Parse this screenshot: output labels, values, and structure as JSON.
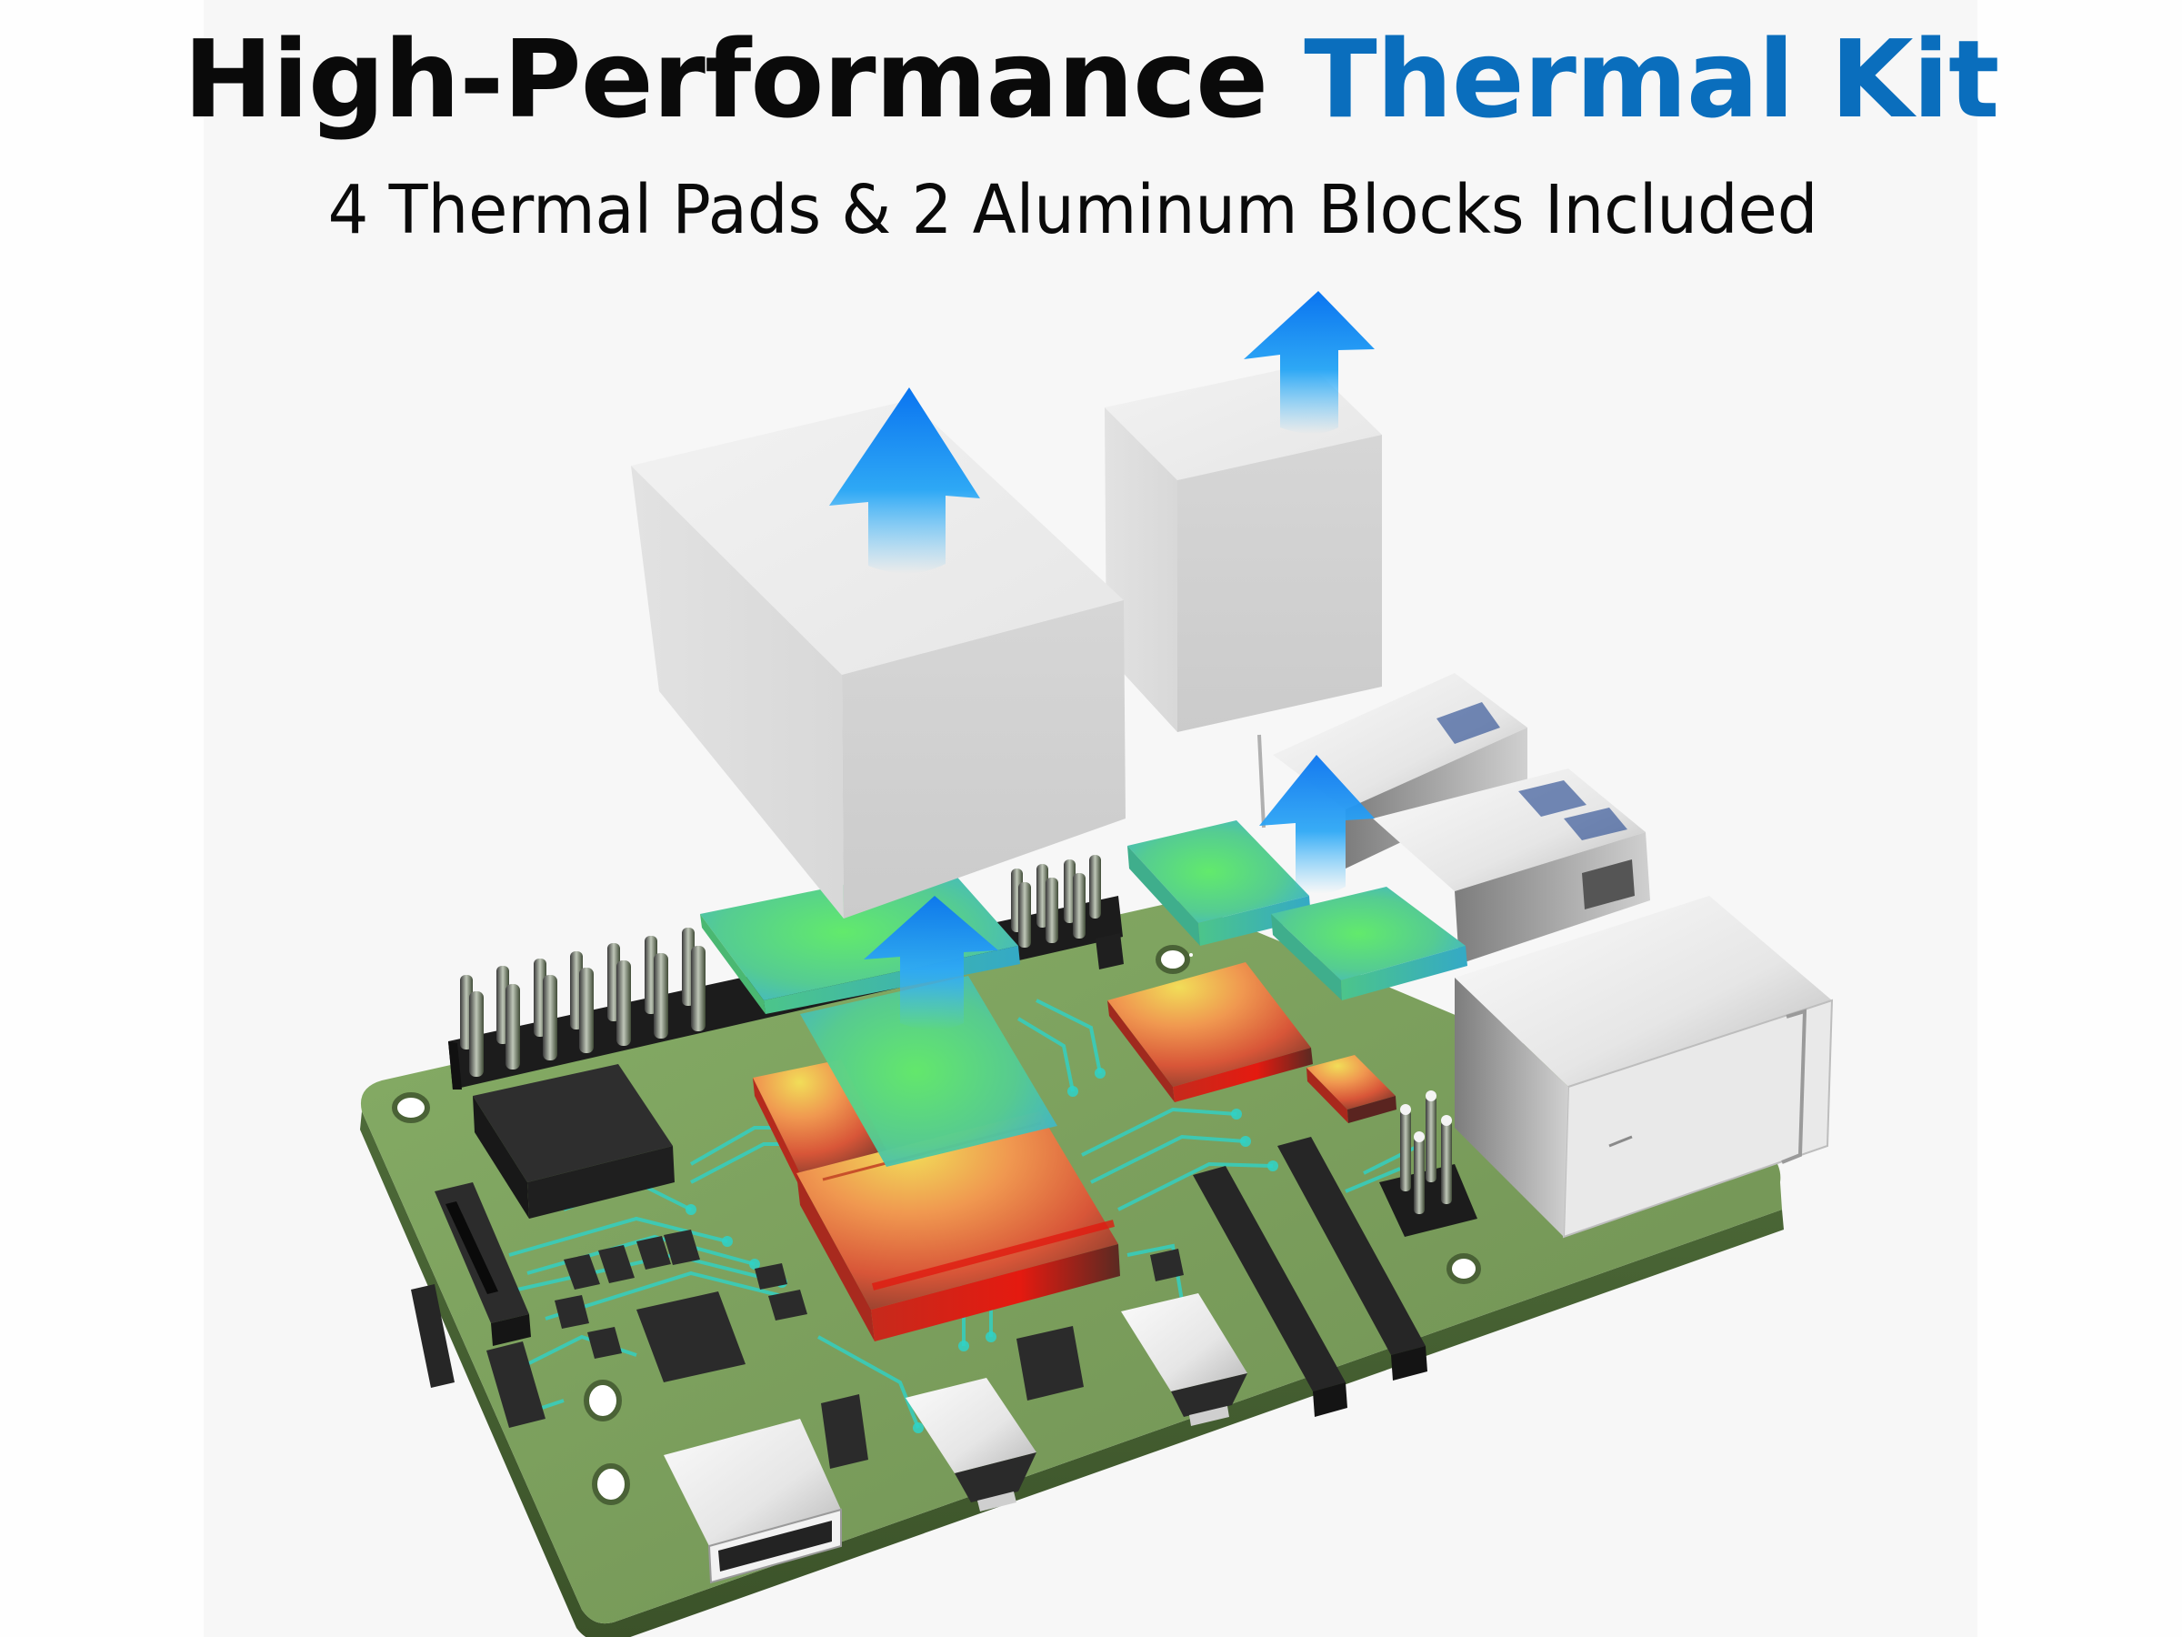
{
  "header": {
    "title_main": "High-Performance",
    "title_accent": "Thermal Kit",
    "subtitle": "4 Thermal Pads & 2 Aluminum Blocks Included"
  },
  "colors": {
    "background_outer": "#fefefe",
    "panel": "#f7f7f7",
    "title_text": "#0a0a0a",
    "title_accent": "#0a6ebd",
    "board_green": "#7a9b5c",
    "trace_cyan": "#2fd3c8",
    "arrow_blue": "#0a7cf2",
    "pad_green": "#5fe07a",
    "pad_cyan": "#3fb8d0",
    "hot_red": "#e21b10",
    "hot_yellow": "#f0d650",
    "block_white": "#e8e8e8",
    "component_black": "#2b2b2b"
  },
  "illustration": {
    "aluminum_blocks": [
      {
        "name": "large-aluminum-block",
        "arrow": "heat-up-arrow"
      },
      {
        "name": "small-aluminum-block",
        "arrow": "heat-up-arrow"
      }
    ],
    "thermal_pads": [
      {
        "name": "thermal-pad-cpu"
      },
      {
        "name": "thermal-pad-ram"
      },
      {
        "name": "thermal-pad-usb-controller"
      },
      {
        "name": "thermal-pad-pmic"
      }
    ],
    "board_components": [
      "gpio-header",
      "cpu-chip",
      "ram-chip",
      "usb-controller-chip",
      "pmic-chip",
      "usb-a-port-upper",
      "usb-a-port-lower",
      "ethernet-port",
      "usb-c-port",
      "micro-hdmi-port-1",
      "micro-hdmi-port-2",
      "camera-connector",
      "display-connector",
      "poe-header",
      "sd-card-slot"
    ]
  }
}
